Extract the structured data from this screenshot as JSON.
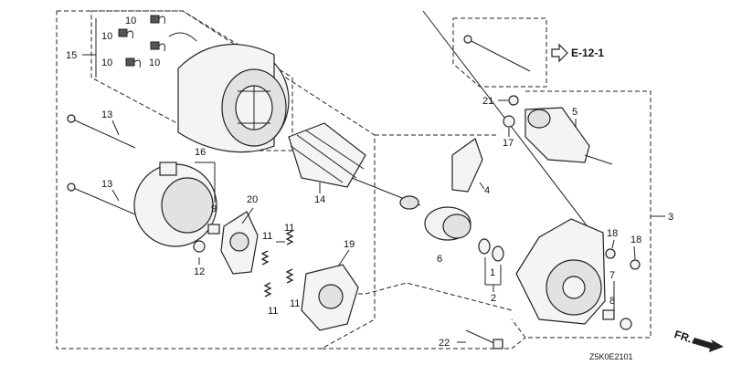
{
  "callouts": {
    "c1": "1",
    "c2": "2",
    "c3": "3",
    "c4": "4",
    "c5": "5",
    "c6": "6",
    "c7": "7",
    "c8": "8",
    "c9": "9",
    "c10a": "10",
    "c10b": "10",
    "c10c": "10",
    "c10d": "10",
    "c11a": "11",
    "c11b": "11",
    "c11c": "11",
    "c11d": "11",
    "c12": "12",
    "c13a": "13",
    "c13b": "13",
    "c14": "14",
    "c15": "15",
    "c16": "16",
    "c17": "17",
    "c18a": "18",
    "c18b": "18",
    "c19": "19",
    "c20": "20",
    "c21": "21",
    "c22": "22"
  },
  "reference": "E-12-1",
  "drawing_code": "Z5K0E2101",
  "direction_label": "FR."
}
